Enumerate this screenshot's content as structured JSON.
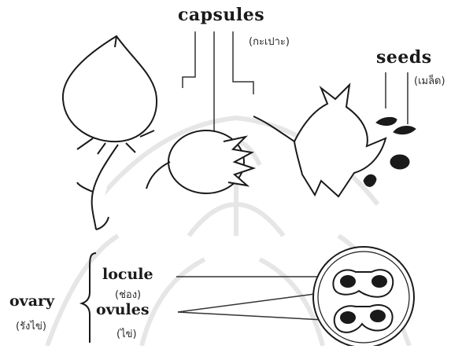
{
  "labels": {
    "capsules": "capsules",
    "capsules_thai": "(กะเปาะ)",
    "seeds": "seeds",
    "seeds_thai": "(เมล็ด)",
    "locule": "locule",
    "locule_thai": "(ช่อง)",
    "ovules": "ovules",
    "ovules_thai": "(ไข่)",
    "ovary": "ovary",
    "ovary_thai": "(รังไข่)"
  },
  "watermark": {
    "description": "university-seal"
  },
  "colors": {
    "ink": "#1a1a1a",
    "watermark": "#e8e8e8",
    "background": "#ffffff"
  }
}
